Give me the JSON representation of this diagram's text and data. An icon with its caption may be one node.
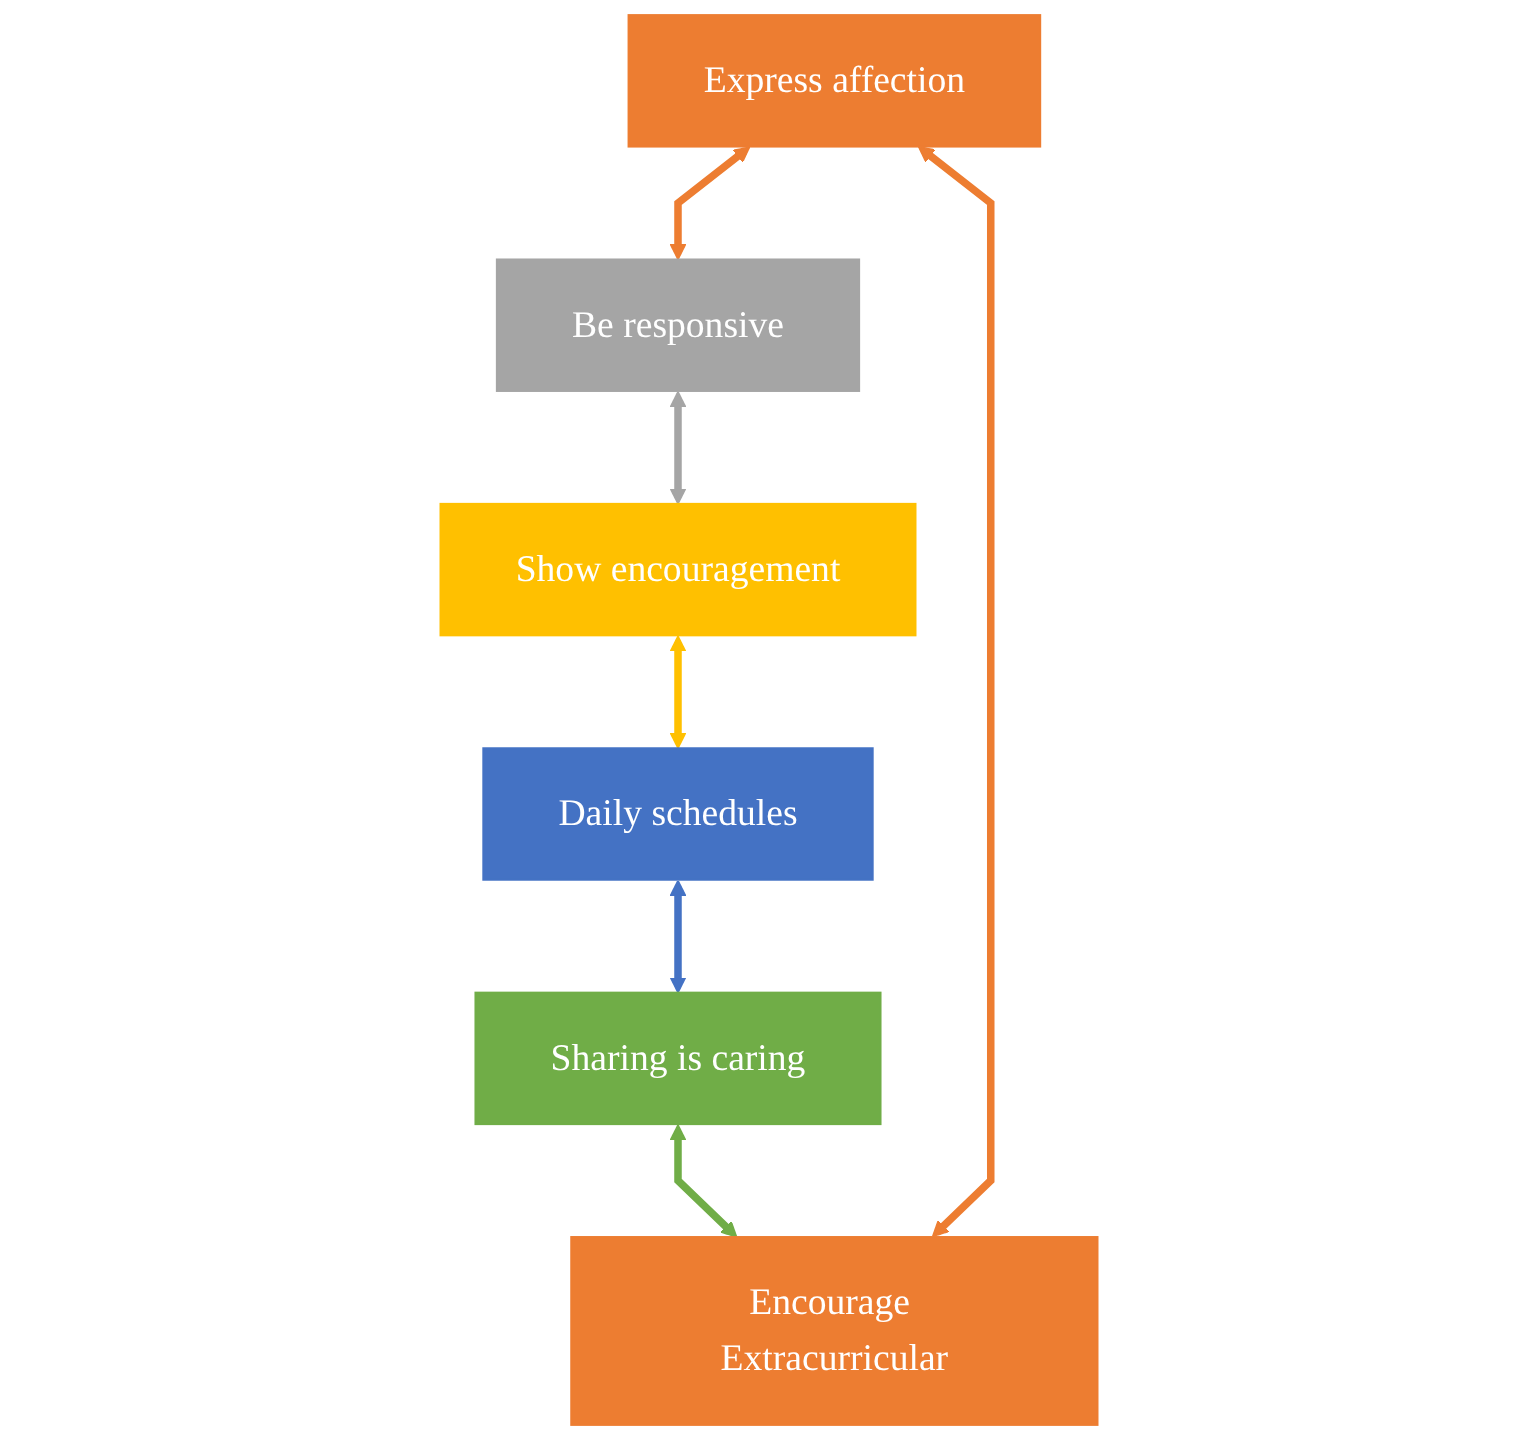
{
  "diagram": {
    "nodes": [
      {
        "text": [
          "Express affection"
        ]
      },
      {
        "text": [
          "Be responsive"
        ]
      },
      {
        "text": [
          "Show encouragement"
        ]
      },
      {
        "text": [
          "Daily schedules"
        ]
      },
      {
        "text": [
          "Sharing is caring"
        ]
      },
      {
        "text": [
          "Encourage Extracurricular"
        ]
      }
    ],
    "edges": [
      {
        "from": 0,
        "to": 1,
        "arrow": "both",
        "color": "#ed7d31"
      },
      {
        "from": 1,
        "to": 2,
        "arrow": "both",
        "color": "#a5a5a5"
      },
      {
        "from": 2,
        "to": 3,
        "arrow": "both",
        "color": "#ffc000"
      },
      {
        "from": 3,
        "to": 4,
        "arrow": "both",
        "color": "#4472c4"
      },
      {
        "from": 4,
        "to": 5,
        "arrow": "both",
        "color": "#70ad47"
      },
      {
        "from": 5,
        "to": 0,
        "arrow": "both",
        "color": "#ed7d31"
      }
    ]
  }
}
